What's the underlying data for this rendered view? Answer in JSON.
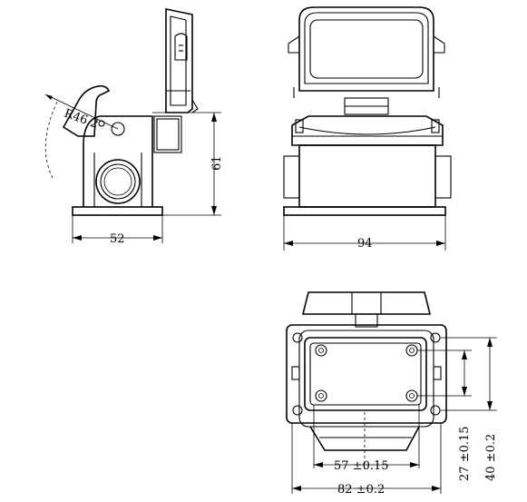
{
  "dimensions": {
    "side_width": "52",
    "side_height": "61",
    "radius": "R46.2",
    "front_width": "94",
    "top_inner_width": "57 ±0.15",
    "top_outer_width": "82 ±0.2",
    "top_inner_height": "27 ±0.15",
    "top_outer_height": "40 ±0.2"
  }
}
